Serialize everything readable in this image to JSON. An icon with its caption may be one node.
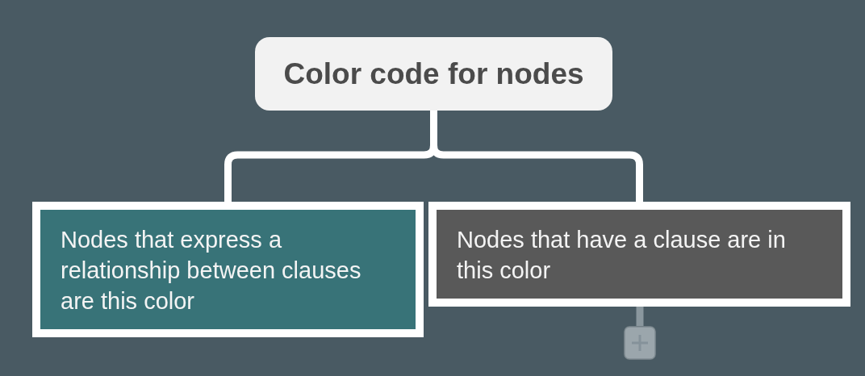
{
  "diagram": {
    "nodes": [
      {
        "text": [
          "Color code for nodes"
        ]
      },
      {
        "text": [
          "Nodes that express a relationship between clauses are this color"
        ]
      },
      {
        "text": [
          "Nodes that have a clause are in this color"
        ]
      },
      {
        "text": [],
        "shape": "box"
      }
    ],
    "edges": [
      {
        "from": 0,
        "to": 1,
        "arrow": "none"
      },
      {
        "from": 0,
        "to": 2,
        "arrow": "none"
      },
      {
        "from": 2,
        "to": 3,
        "arrow": "none",
        "color": "#8a979e"
      }
    ]
  }
}
